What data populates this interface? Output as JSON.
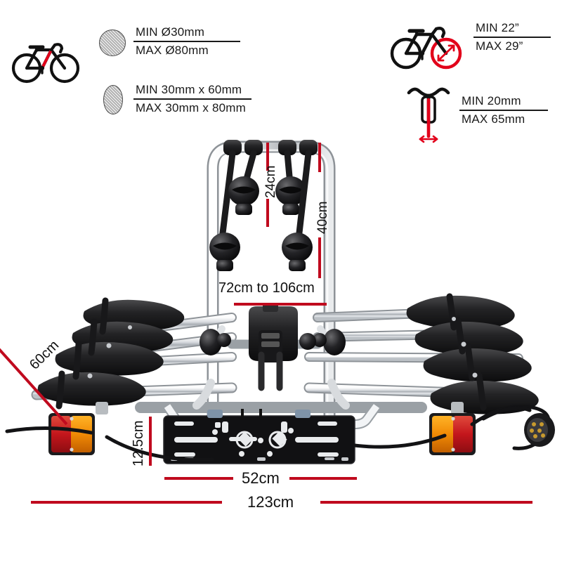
{
  "page": {
    "title": "Bike Carrier Rack Specification Diagram",
    "background": "#ffffff",
    "accent_red": "#c00a1e",
    "ink": "#111111"
  },
  "specs": [
    {
      "id": "frame-round",
      "icon": "bicycle-icon",
      "shape_icon": "round-tube-cross-section-icon",
      "min": "MIN Ø30mm",
      "max": "MAX Ø80mm"
    },
    {
      "id": "frame-oval",
      "icon": "oval-tube-cross-section-icon",
      "shape_icon": "oval-tube-cross-section-icon",
      "min": "MIN  30mm x 60mm",
      "max": "MAX 30mm x 80mm"
    },
    {
      "id": "wheel-size",
      "icon": "bicycle-wheel-icon",
      "shape_icon": "bicycle-wheel-icon",
      "min": "MIN 22”",
      "max": "MAX 29”"
    },
    {
      "id": "fork-width",
      "icon": "bicycle-fork-icon",
      "shape_icon": "bicycle-fork-icon",
      "min": "MIN  20mm",
      "max": "MAX 65mm"
    }
  ],
  "dimensions": {
    "mast_inner": "24cm",
    "mast_outer": "40cm",
    "mast_height_range": "72cm to 106cm",
    "rail_depth": "60cm",
    "plate_height": "12.5cm",
    "plate_width": "52cm",
    "overall_width": "123cm"
  },
  "product": {
    "name": "4-bike tow bar mounted bicycle carrier rack",
    "parts": [
      "vertical-u-mast",
      "bike-holder-arms",
      "wheel-trays",
      "wheel-straps",
      "tow-ball-coupling",
      "number-plate-holder",
      "tail-light-left",
      "tail-light-right",
      "wiring-cable-13pin-plug"
    ]
  }
}
